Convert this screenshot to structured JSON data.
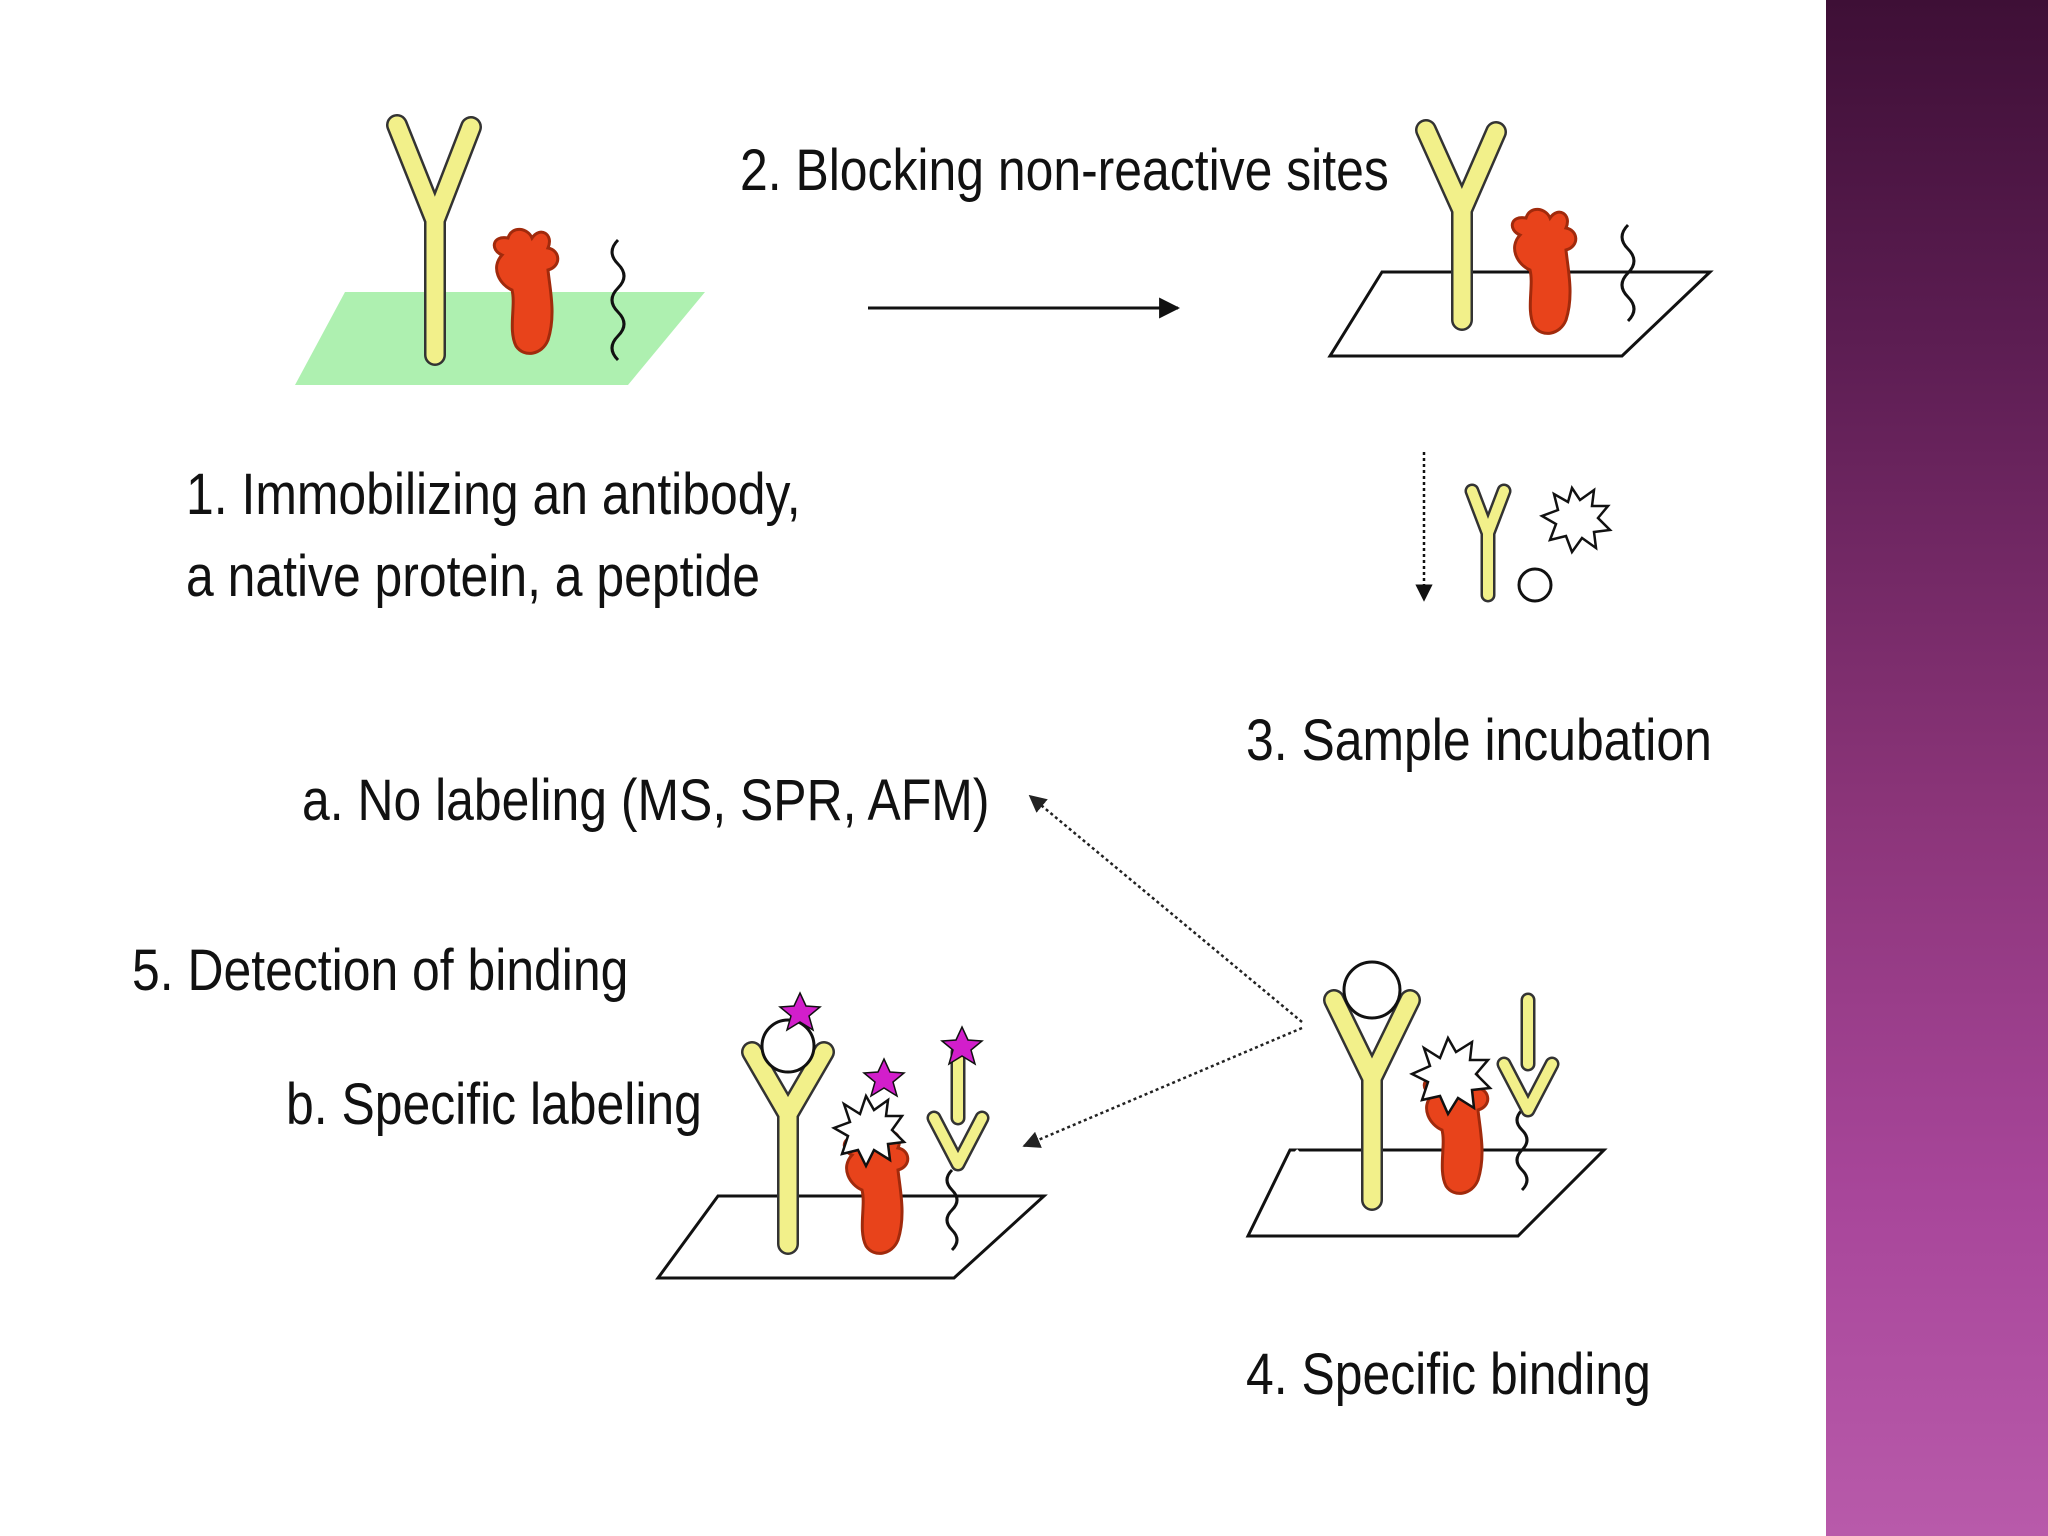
{
  "colors": {
    "antibody": "#f2f08a",
    "protein": "#e8431b",
    "surface_initial": "#aef0b0",
    "label_star": "#d21ecb",
    "sidebar_top": "#3e0f36",
    "sidebar_bottom": "#b85aaa"
  },
  "steps": {
    "step1": {
      "line1": "1. Immobilizing an antibody,",
      "line2": "a native protein, a peptide"
    },
    "step2": "2. Blocking non-reactive sites",
    "step3": "3. Sample incubation",
    "step4": "4. Specific binding",
    "step5": "5. Detection of binding",
    "option_a": "a. No labeling (MS, SPR, AFM)",
    "option_b": "b. Specific labeling"
  }
}
